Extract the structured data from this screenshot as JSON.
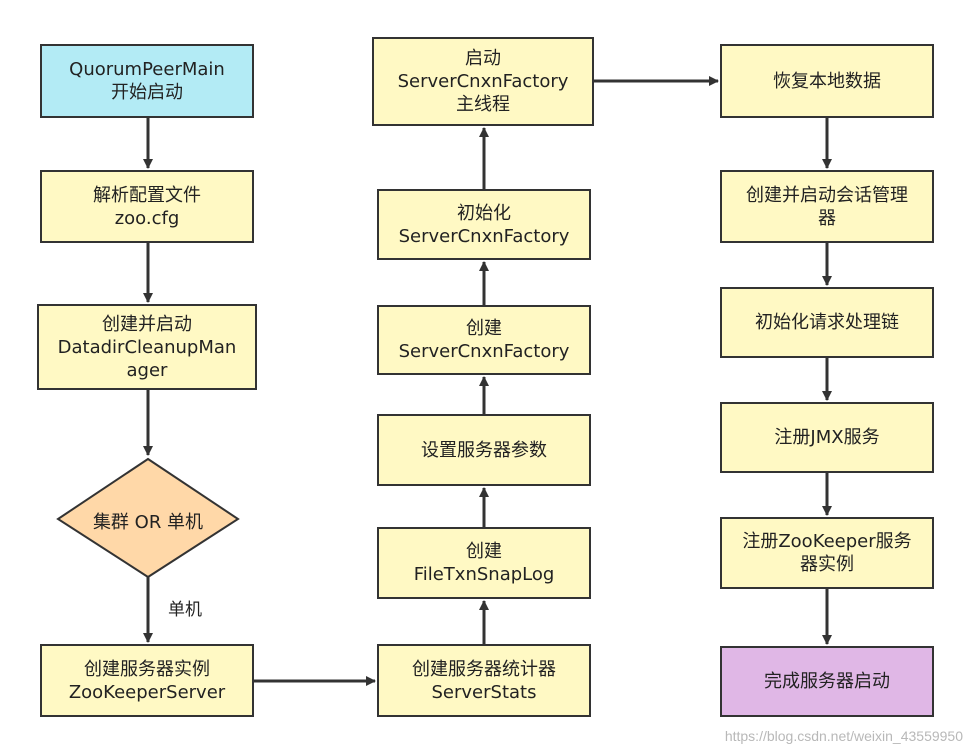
{
  "nodes": {
    "n1": "QuorumPeerMain\n开始启动",
    "n2": "解析配置文件\nzoo.cfg",
    "n3": "创建并启动\nDatadirCleanupMan\nager",
    "decision": "集群 OR 单机",
    "n4": "创建服务器实例\nZooKeeperServer",
    "n5": "创建服务器统计器\nServerStats",
    "n6": "创建\nFileTxnSnapLog",
    "n7": "设置服务器参数",
    "n8": "创建\nServerCnxnFactory",
    "n9": "初始化\nServerCnxnFactory",
    "n10": "启动\nServerCnxnFactory\n主线程",
    "n11": "恢复本地数据",
    "n12": "创建并启动会话管理\n器",
    "n13": "初始化请求处理链",
    "n14": "注册JMX服务",
    "n15": "注册ZooKeeper服务\n器实例",
    "n16": "完成服务器启动"
  },
  "edge_labels": {
    "standalone": "单机"
  },
  "watermark": "https://blog.csdn.net/weixin_43559950",
  "colors": {
    "process": "#fff9c4",
    "start": "#b3ebf5",
    "finish": "#e0b7e6",
    "decision": "#ffd8a8",
    "border": "#333333"
  }
}
